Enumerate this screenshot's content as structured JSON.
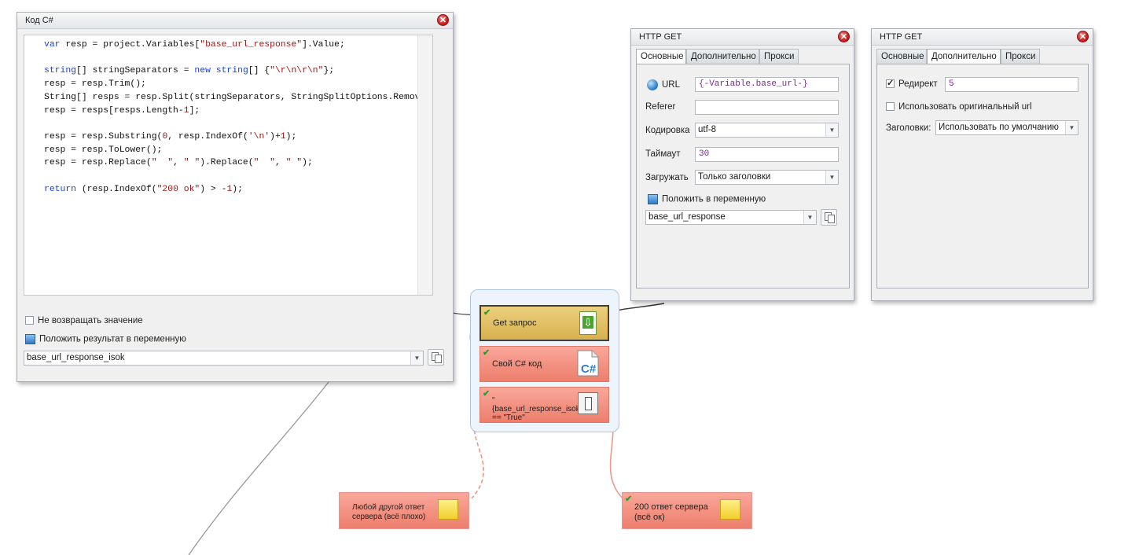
{
  "csharp_window": {
    "title": "Код C#",
    "code_lines": [
      "var resp = project.Variables[\"base_url_response\"].Value;",
      "",
      "string[] stringSeparators = new string[] {\"\\r\\n\\r\\n\"};",
      "resp = resp.Trim();",
      "String[] resps = resp.Split(stringSeparators, StringSplitOptions.RemoveE",
      "resp = resps[resps.Length-1];",
      "",
      "resp = resp.Substring(0, resp.IndexOf('\\n')+1);",
      "resp = resp.ToLower();",
      "resp = resp.Replace(\"  \", \" \").Replace(\"  \", \" \");",
      "",
      "return (resp.IndexOf(\"200 ok\") > -1);"
    ],
    "no_return_label": "Не возвращать значение",
    "no_return_checked": false,
    "put_result_label": "Положить результат в переменную",
    "result_variable": "base_url_response_isok"
  },
  "http_get_main": {
    "title": "HTTP GET",
    "tabs": [
      "Основные",
      "Дополнительно",
      "Прокси"
    ],
    "active_tab": 0,
    "url_label": "URL",
    "url_value": "{-Variable.base_url-}",
    "referer_label": "Referer",
    "referer_value": "",
    "encoding_label": "Кодировка",
    "encoding_value": "utf-8",
    "timeout_label": "Таймаут",
    "timeout_value": "30",
    "load_label": "Загружать",
    "load_value": "Только заголовки",
    "put_var_label": "Положить в переменную",
    "put_var_value": "base_url_response"
  },
  "http_get_extra": {
    "title": "HTTP GET",
    "tabs": [
      "Основные",
      "Дополнительно",
      "Прокси"
    ],
    "active_tab": 1,
    "redirect_label": "Редирект",
    "redirect_checked": true,
    "redirect_value": "5",
    "orig_url_label": "Использовать оригинальный url",
    "orig_url_checked": false,
    "headers_label": "Заголовки:",
    "headers_value": "Использовать по умолчанию"
  },
  "flow": {
    "get_node": "Get запрос",
    "cs_node": "Свой C# код",
    "if_node": "\"{base_url_response_isok}\" == \"True\"",
    "bad_node": "Любой другой ответ сервера (всё плохо)",
    "ok_node": "200 ответ сервера (всё ок)"
  },
  "colors": {
    "node_red": "#ed7e6c",
    "node_gold": "#d7b14e",
    "note_yellow": "#f2cf2a",
    "link_blue": "#1a3fd6"
  }
}
